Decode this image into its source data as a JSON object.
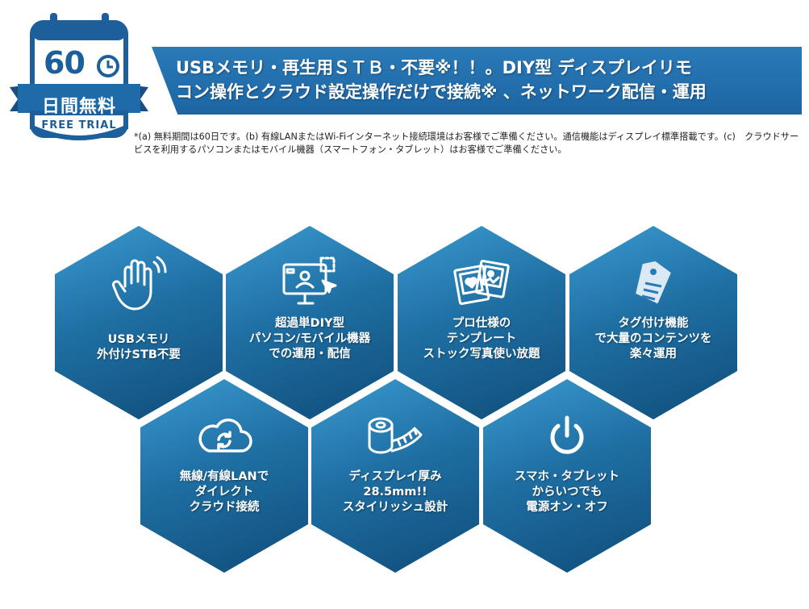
{
  "badge": {
    "number": "60",
    "ribbon": "日間無料",
    "sub": "FREE TRIAL"
  },
  "banner": {
    "line1": "USBメモリ・再生用ＳＴＢ・不要※！！。DIY型 ディスプレイリモ",
    "line2": "コン操作とクラウド設定操作だけで接続※ 、ネットワーク配信・運用"
  },
  "note": "*(a) 無料期間は60日です。(b) 有線LANまたはWi-Fiインターネット接続環境はお客様でご準備ください。通信機能はディスプレイ標準搭載です。(c)　クラウドサービスを利用するパソコンまたはモバイル機器（スマートフォン・タブレット）はお客様でご準備ください。",
  "features": [
    {
      "icon": "waving-hand-icon",
      "lines": [
        "USBメモリ",
        "外付けSTB不要"
      ]
    },
    {
      "icon": "computer-monitor-icon",
      "lines": [
        "超過単DIY型",
        "パソコン/モバイル機器",
        "での運用・配信"
      ]
    },
    {
      "icon": "photo-frames-icon",
      "lines": [
        "プロ仕様の",
        "テンプレート",
        "ストック写真使い放題"
      ]
    },
    {
      "icon": "tag-icon",
      "lines": [
        "タグ付け機能",
        "で大量のコンテンツを",
        "楽々運用"
      ]
    },
    {
      "icon": "cloud-sync-icon",
      "lines": [
        "無線/有線LANで",
        "ダイレクト",
        "クラウド接続"
      ]
    },
    {
      "icon": "tape-measure-icon",
      "lines": [
        "ディスプレイ厚み",
        "28.5mm!!",
        "スタイリッシュ設計"
      ]
    },
    {
      "icon": "power-icon",
      "lines": [
        "スマホ・タブレット",
        "からいつでも",
        "電源オン・オフ"
      ]
    }
  ],
  "colors": {
    "brand_blue": "#1d65a3",
    "hex_light": "#3a9ad0",
    "hex_dark": "#0f4d7a"
  }
}
